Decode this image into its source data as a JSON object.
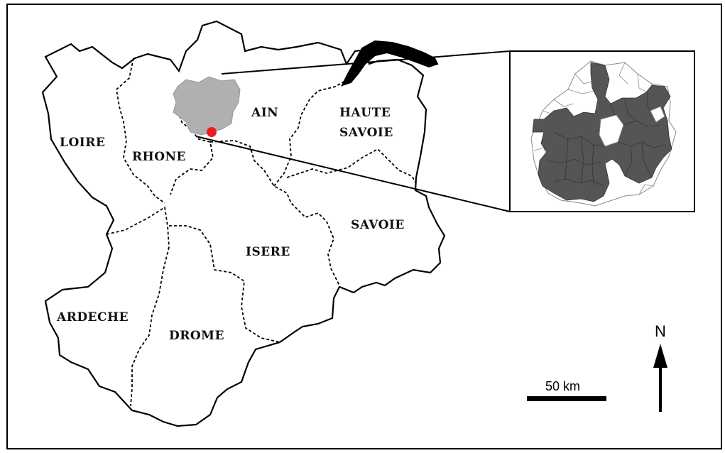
{
  "departments": [
    {
      "id": "loire",
      "label": "LOIRE"
    },
    {
      "id": "rhone",
      "label": "RHONE"
    },
    {
      "id": "ain",
      "label": "AIN"
    },
    {
      "id": "haute-savoie",
      "label": "HAUTE",
      "label2": "SAVOIE"
    },
    {
      "id": "savoie",
      "label": "SAVOIE"
    },
    {
      "id": "isere",
      "label": "ISERE"
    },
    {
      "id": "drome",
      "label": "DROME"
    },
    {
      "id": "ardeche",
      "label": "ARDECHE"
    }
  ],
  "north_arrow": {
    "label": "N"
  },
  "scale_bar": {
    "label": "50 km"
  },
  "colors": {
    "study_area": "#b0b0b0",
    "lake": "#000000",
    "site_marker": "#ee1c1c",
    "inset_filled": "#555555",
    "outline": "#000000"
  }
}
